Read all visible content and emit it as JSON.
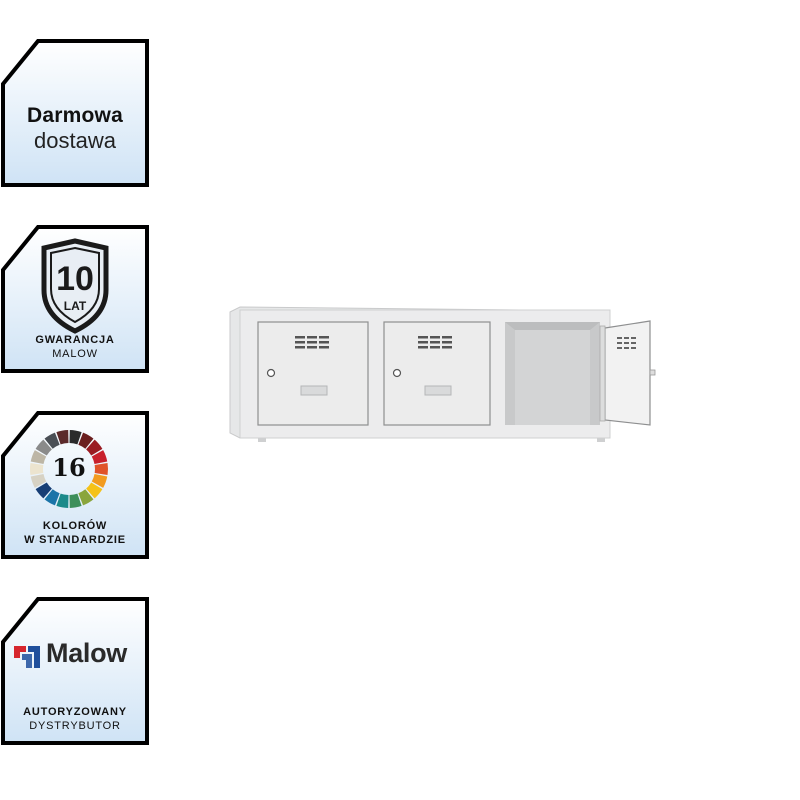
{
  "badges": {
    "delivery": {
      "line1": "Darmowa",
      "line2": "dostawa"
    },
    "warranty": {
      "number": "10",
      "unit": "LAT",
      "line1": "GWARANCJA",
      "line2": "MALOW"
    },
    "colors": {
      "number": "16",
      "line1": "KOLORÓW",
      "line2": "W STANDARDZIE"
    },
    "brand": {
      "name": "Malow",
      "line1": "AUTORYZOWANY",
      "line2": "DYSTRYBUTOR"
    }
  },
  "product": {
    "icon": "three-compartment-locker-image",
    "color": "#e6e7e8"
  },
  "colors": {
    "badge_gradient_top": "#ffffff",
    "badge_gradient_bottom": "#cfe3f5",
    "brand_red": "#d6262e",
    "brand_blue": "#1f4f9c"
  },
  "wheel_colors": [
    "#2b2b2b",
    "#6b1f1f",
    "#9a1b22",
    "#c8202c",
    "#e0532a",
    "#f29b1f",
    "#f5c218",
    "#8aa53c",
    "#3d8f5a",
    "#1b8a8a",
    "#1a74a8",
    "#173e75",
    "#d7d2c4",
    "#ece4cf",
    "#bdb6a6",
    "#8a8a8a",
    "#4a4f55",
    "#5b2a2a"
  ]
}
